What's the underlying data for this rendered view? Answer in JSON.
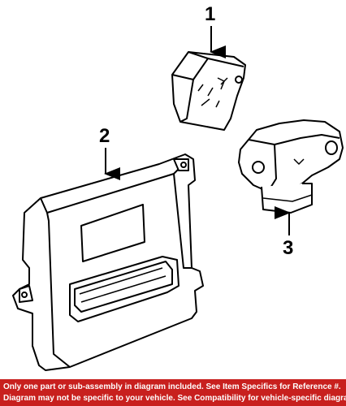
{
  "callouts": {
    "part1": "1",
    "part2": "2",
    "part3": "3"
  },
  "footer": {
    "line1": "Only one part or sub-assembly in diagram included. See Item Specifics for Reference #.",
    "line2": "Diagram may not be specific to your vehicle. See Compatibility for vehicle-specific diagrams.",
    "background_color": "#c8201e",
    "text_color": "#ffffff"
  }
}
